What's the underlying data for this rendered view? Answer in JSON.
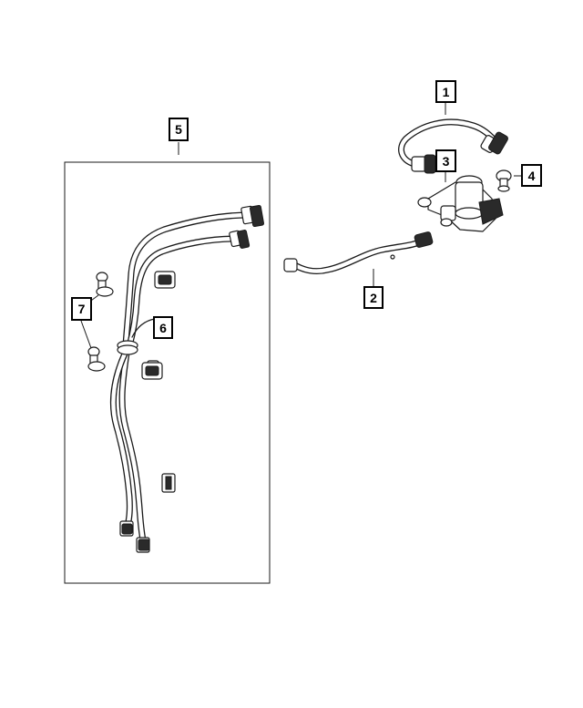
{
  "callouts": {
    "c1": "1",
    "c2": "2",
    "c3": "3",
    "c4": "4",
    "c5": "5",
    "c6": "6",
    "c7": "7"
  },
  "colors": {
    "ink": "#1a1a1a",
    "background": "#ffffff"
  }
}
